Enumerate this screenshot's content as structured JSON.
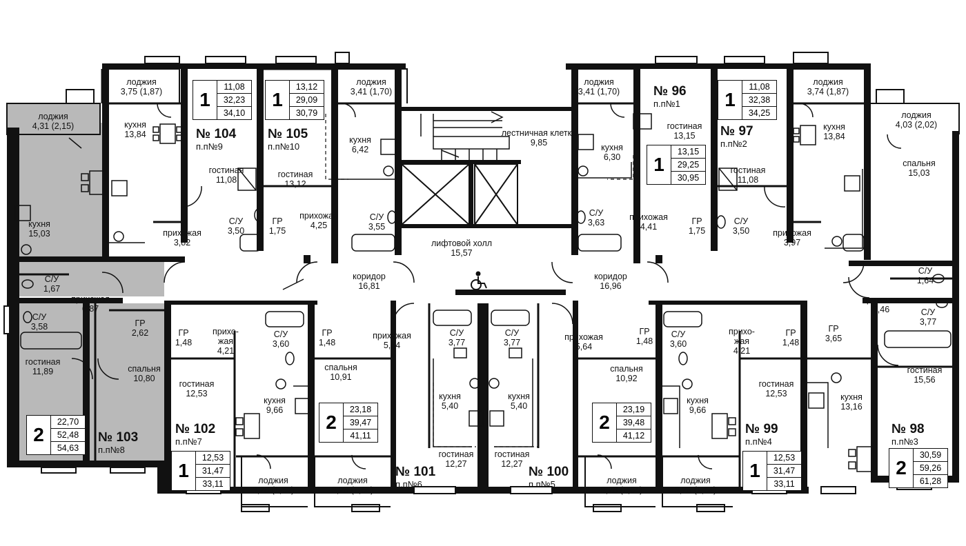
{
  "floor": {
    "stairs": {
      "label": "лестничная клетка",
      "area": "9,85"
    },
    "elevator_hall": {
      "label": "лифтовой холл",
      "area": "15,57"
    },
    "corridor_left": {
      "label": "коридор",
      "area": "16,81"
    },
    "corridor_right": {
      "label": "коридор",
      "area": "16,96"
    },
    "wheelchair_icon": "wheelchair-icon",
    "highlight_color": "#b9b9b9",
    "wall_color": "#111111"
  },
  "apartments": [
    {
      "number": "№ 104",
      "sub": "п.п№9",
      "rooms": "1",
      "areas": [
        "11,08",
        "32,23",
        "34,10"
      ]
    },
    {
      "number": "№ 105",
      "sub": "п.п№10",
      "rooms": "1",
      "areas": [
        "13,12",
        "29,09",
        "30,79"
      ]
    },
    {
      "number": "№ 96",
      "sub": "п.п№1",
      "rooms": "1",
      "areas": [
        "13,15",
        "29,25",
        "30,95"
      ]
    },
    {
      "number": "№ 97",
      "sub": "п.п№2",
      "rooms": "1",
      "areas": [
        "11,08",
        "32,38",
        "34,25"
      ]
    },
    {
      "number": "№ 103",
      "sub": "п.п№8",
      "rooms": "2",
      "areas": [
        "22,70",
        "52,48",
        "54,63"
      ]
    },
    {
      "number": "№ 102",
      "sub": "п.п№7",
      "rooms": "1",
      "areas": [
        "12,53",
        "31,47",
        "33,11"
      ]
    },
    {
      "number": "№ 101",
      "sub": "п.п№6",
      "rooms": "2",
      "areas": [
        "23,18",
        "39,47",
        "41,11"
      ]
    },
    {
      "number": "№ 100",
      "sub": "п.п№5",
      "rooms": "2",
      "areas": [
        "23,19",
        "39,48",
        "41,12"
      ]
    },
    {
      "number": "№ 99",
      "sub": "п.п№4",
      "rooms": "1",
      "areas": [
        "12,53",
        "31,47",
        "33,11"
      ]
    },
    {
      "number": "№ 98",
      "sub": "п.п№3",
      "rooms": "2",
      "areas": [
        "30,59",
        "59,26",
        "61,28"
      ]
    }
  ],
  "rooms": [
    {
      "id": "r1",
      "label": "лоджия",
      "area": "4,31 (2,15)"
    },
    {
      "id": "r2",
      "label": "лоджия",
      "area": "3,75 (1,87)"
    },
    {
      "id": "r3",
      "label": "кухня",
      "area": "13,84"
    },
    {
      "id": "r4",
      "label": "кухня",
      "area": "15,03"
    },
    {
      "id": "r5",
      "label": "гостиная",
      "area": "11,08"
    },
    {
      "id": "r6",
      "label": "прихожая",
      "area": "3,82"
    },
    {
      "id": "r7",
      "label": "С/У",
      "area": "3,50"
    },
    {
      "id": "r8",
      "label": "лоджия",
      "area": "3,41 (1,70)"
    },
    {
      "id": "r9",
      "label": "кухня",
      "area": "6,42"
    },
    {
      "id": "r10",
      "label": "гостиная",
      "area": "13,12"
    },
    {
      "id": "r11",
      "label": "ГР",
      "area": "1,75"
    },
    {
      "id": "r12",
      "label": "прихожая",
      "area": "4,25"
    },
    {
      "id": "r13",
      "label": "С/У",
      "area": "3,55"
    },
    {
      "id": "r14",
      "label": "лоджия",
      "area": "3,41 (1,70)"
    },
    {
      "id": "r15",
      "label": "кухня",
      "area": "6,30"
    },
    {
      "id": "r16",
      "label": "гостиная",
      "area": "13,15"
    },
    {
      "id": "r17",
      "label": "С/У",
      "area": "3,63"
    },
    {
      "id": "r18",
      "label": "прихожая",
      "area": "4,41"
    },
    {
      "id": "r19",
      "label": "ГР",
      "area": "1,75"
    },
    {
      "id": "r20",
      "label": "лоджия",
      "area": "3,74 (1,87)"
    },
    {
      "id": "r21",
      "label": "кухня",
      "area": "13,84"
    },
    {
      "id": "r22",
      "label": "гостиная",
      "area": "11,08"
    },
    {
      "id": "r23",
      "label": "С/У",
      "area": "3,50"
    },
    {
      "id": "r24",
      "label": "прихожая",
      "area": "3,97"
    },
    {
      "id": "r25",
      "label": "лоджия",
      "area": "4,03 (2,02)"
    },
    {
      "id": "r26",
      "label": "спальня",
      "area": "15,03"
    },
    {
      "id": "r27",
      "label": "С/У",
      "area": "1,67"
    },
    {
      "id": "r28",
      "label": "прихожая",
      "area": "6,87"
    },
    {
      "id": "r29",
      "label": "С/У",
      "area": "3,58"
    },
    {
      "id": "r30",
      "label": "ГР",
      "area": "2,62"
    },
    {
      "id": "r31",
      "label": "гостиная",
      "area": "11,89"
    },
    {
      "id": "r32",
      "label": "спальня",
      "area": "10,80"
    },
    {
      "id": "r33",
      "label": "ГР",
      "area": "1,48"
    },
    {
      "id": "r34",
      "label": "прихо-\nжая",
      "area": "4,21"
    },
    {
      "id": "r35",
      "label": "С/У",
      "area": "3,60"
    },
    {
      "id": "r36",
      "label": "гостиная",
      "area": "12,53"
    },
    {
      "id": "r37",
      "label": "кухня",
      "area": "9,66"
    },
    {
      "id": "r38",
      "label": "лоджия",
      "area": "3,28 (1,64)"
    },
    {
      "id": "r39",
      "label": "ГР",
      "area": "1,48"
    },
    {
      "id": "r40",
      "label": "прихожая",
      "area": "5,64"
    },
    {
      "id": "r41",
      "label": "спальня",
      "area": "10,91"
    },
    {
      "id": "r42",
      "label": "лоджия",
      "area": "3,28 (1,64)"
    },
    {
      "id": "r43",
      "label": "С/У",
      "area": "3,77"
    },
    {
      "id": "r44",
      "label": "кухня",
      "area": "5,40"
    },
    {
      "id": "r45",
      "label": "гостиная",
      "area": "12,27"
    },
    {
      "id": "r46",
      "label": "С/У",
      "area": "3,77"
    },
    {
      "id": "r47",
      "label": "кухня",
      "area": "5,40"
    },
    {
      "id": "r48",
      "label": "гостиная",
      "area": "12,27"
    },
    {
      "id": "r49",
      "label": "прихожая",
      "area": "5,64"
    },
    {
      "id": "r50",
      "label": "ГР",
      "area": "1,48"
    },
    {
      "id": "r51",
      "label": "спальня",
      "area": "10,92"
    },
    {
      "id": "r52",
      "label": "лоджия",
      "area": "3,28 (1,64)"
    },
    {
      "id": "r53",
      "label": "С/У",
      "area": "3,60"
    },
    {
      "id": "r54",
      "label": "кухня",
      "area": "9,66"
    },
    {
      "id": "r55",
      "label": "лоджия",
      "area": "3,28 (1,64)"
    },
    {
      "id": "r56",
      "label": "прихо-\nжая",
      "area": "4,21"
    },
    {
      "id": "r57",
      "label": "ГР",
      "area": "1,48"
    },
    {
      "id": "r58",
      "label": "гостиная",
      "area": "12,53"
    },
    {
      "id": "r59",
      "label": "ГР",
      "area": "3,65"
    },
    {
      "id": "r60",
      "label": "кухня",
      "area": "13,16"
    },
    {
      "id": "r61",
      "label": "прихожая",
      "area": "6,46"
    },
    {
      "id": "r62",
      "label": "С/У",
      "area": "1,64"
    },
    {
      "id": "r63",
      "label": "С/У",
      "area": "3,77"
    },
    {
      "id": "r64",
      "label": "гостиная",
      "area": "15,56"
    }
  ]
}
